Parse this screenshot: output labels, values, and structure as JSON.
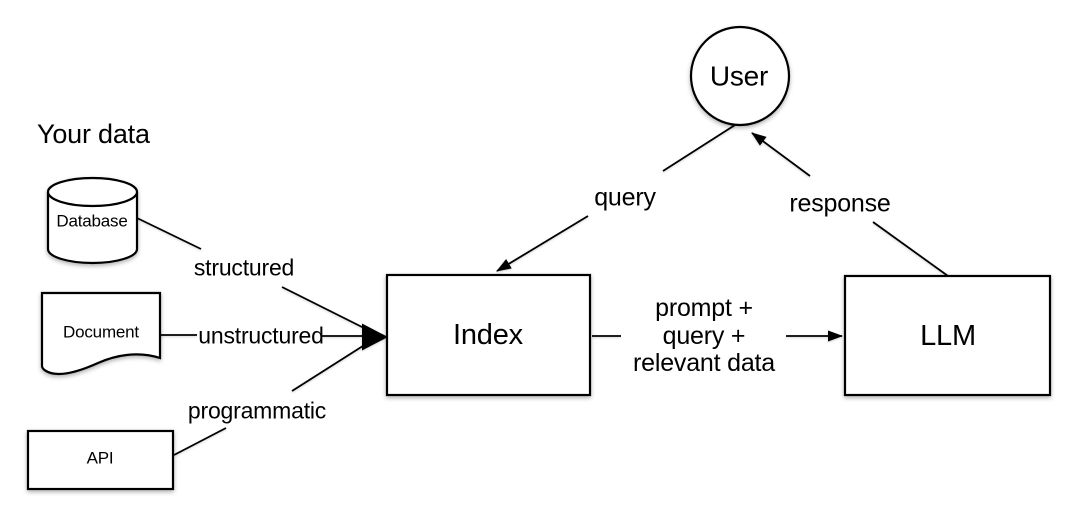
{
  "title": "Your data",
  "colors": {
    "background": "#ffffff",
    "stroke": "#000000",
    "fill": "#ffffff",
    "text": "#000000"
  },
  "nodes": {
    "user": {
      "label": "User",
      "shape": "circle"
    },
    "database": {
      "label": "Database",
      "shape": "cylinder"
    },
    "document": {
      "label": "Document",
      "shape": "document"
    },
    "api": {
      "label": "API",
      "shape": "rectangle"
    },
    "index": {
      "label": "Index",
      "shape": "rectangle"
    },
    "llm": {
      "label": "LLM",
      "shape": "rectangle"
    }
  },
  "edges": {
    "database_to_index": {
      "label": "structured",
      "from": "Database",
      "to": "Index"
    },
    "document_to_index": {
      "label": "unstructured",
      "from": "Document",
      "to": "Index"
    },
    "api_to_index": {
      "label": "programmatic",
      "from": "API",
      "to": "Index"
    },
    "user_to_index": {
      "label": "query",
      "from": "User",
      "to": "Index"
    },
    "index_to_llm": {
      "label_lines": [
        "prompt +",
        "query +",
        "relevant data"
      ],
      "from": "Index",
      "to": "LLM"
    },
    "llm_to_user": {
      "label": "response",
      "from": "LLM",
      "to": "User"
    }
  }
}
